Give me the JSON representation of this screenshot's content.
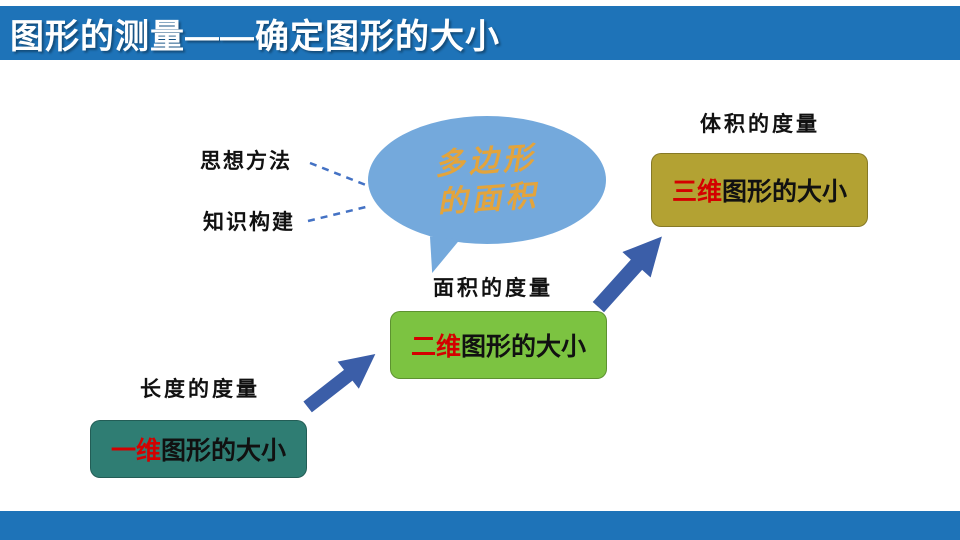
{
  "slide": {
    "title": "图形的测量——确定图形的大小"
  },
  "bubble": {
    "line1": "多边形",
    "line2": "的面积"
  },
  "annotations": {
    "top": "思想方法",
    "bottom": "知识构建"
  },
  "nodes": [
    {
      "caption": "长度的度量",
      "highlight": "一维",
      "rest": "图形的大小"
    },
    {
      "caption": "面积的度量",
      "highlight": "二维",
      "rest": "图形的大小"
    },
    {
      "caption": "体积的度量",
      "highlight": "三维",
      "rest": "图形的大小"
    }
  ],
  "colors": {
    "header_bar": "#1E73B8",
    "footer_bar": "#1E73B8",
    "bubble_fill": "#74A9DC",
    "bubble_text": "#E3A43C",
    "node1_fill": "#2F7D73",
    "node2_fill": "#7CC341",
    "node3_fill": "#B3A233",
    "highlight_text": "#D40000",
    "arrow": "#3B5EA8",
    "dashed_line": "#4472C4"
  }
}
